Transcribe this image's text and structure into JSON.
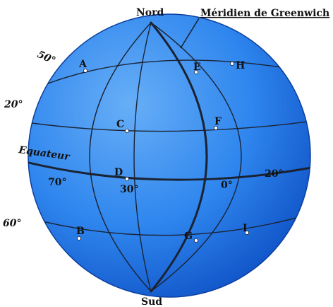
{
  "labels": {
    "north": "Nord",
    "south": "Sud",
    "greenwich": "Méridien de Greenwich",
    "equator": "Equateur"
  },
  "latitudes": {
    "lat_50": "50°",
    "lat_20": "20°",
    "lat_60": "60°"
  },
  "longitudes": {
    "lon_70": "70°",
    "lon_30": "30°",
    "lon_0": "0°",
    "lon_20": "20°"
  },
  "points": {
    "A": "A",
    "B": "B",
    "C": "C",
    "D": "D",
    "E": "E",
    "F": "F",
    "G": "G",
    "H": "H",
    "I": "I"
  },
  "colors": {
    "ocean_light": "#67aef7",
    "ocean_mid": "#2f86ee",
    "ocean_dark": "#0d4fc4",
    "grid_line": "#1a2333",
    "point_marker": "#ffffff"
  }
}
